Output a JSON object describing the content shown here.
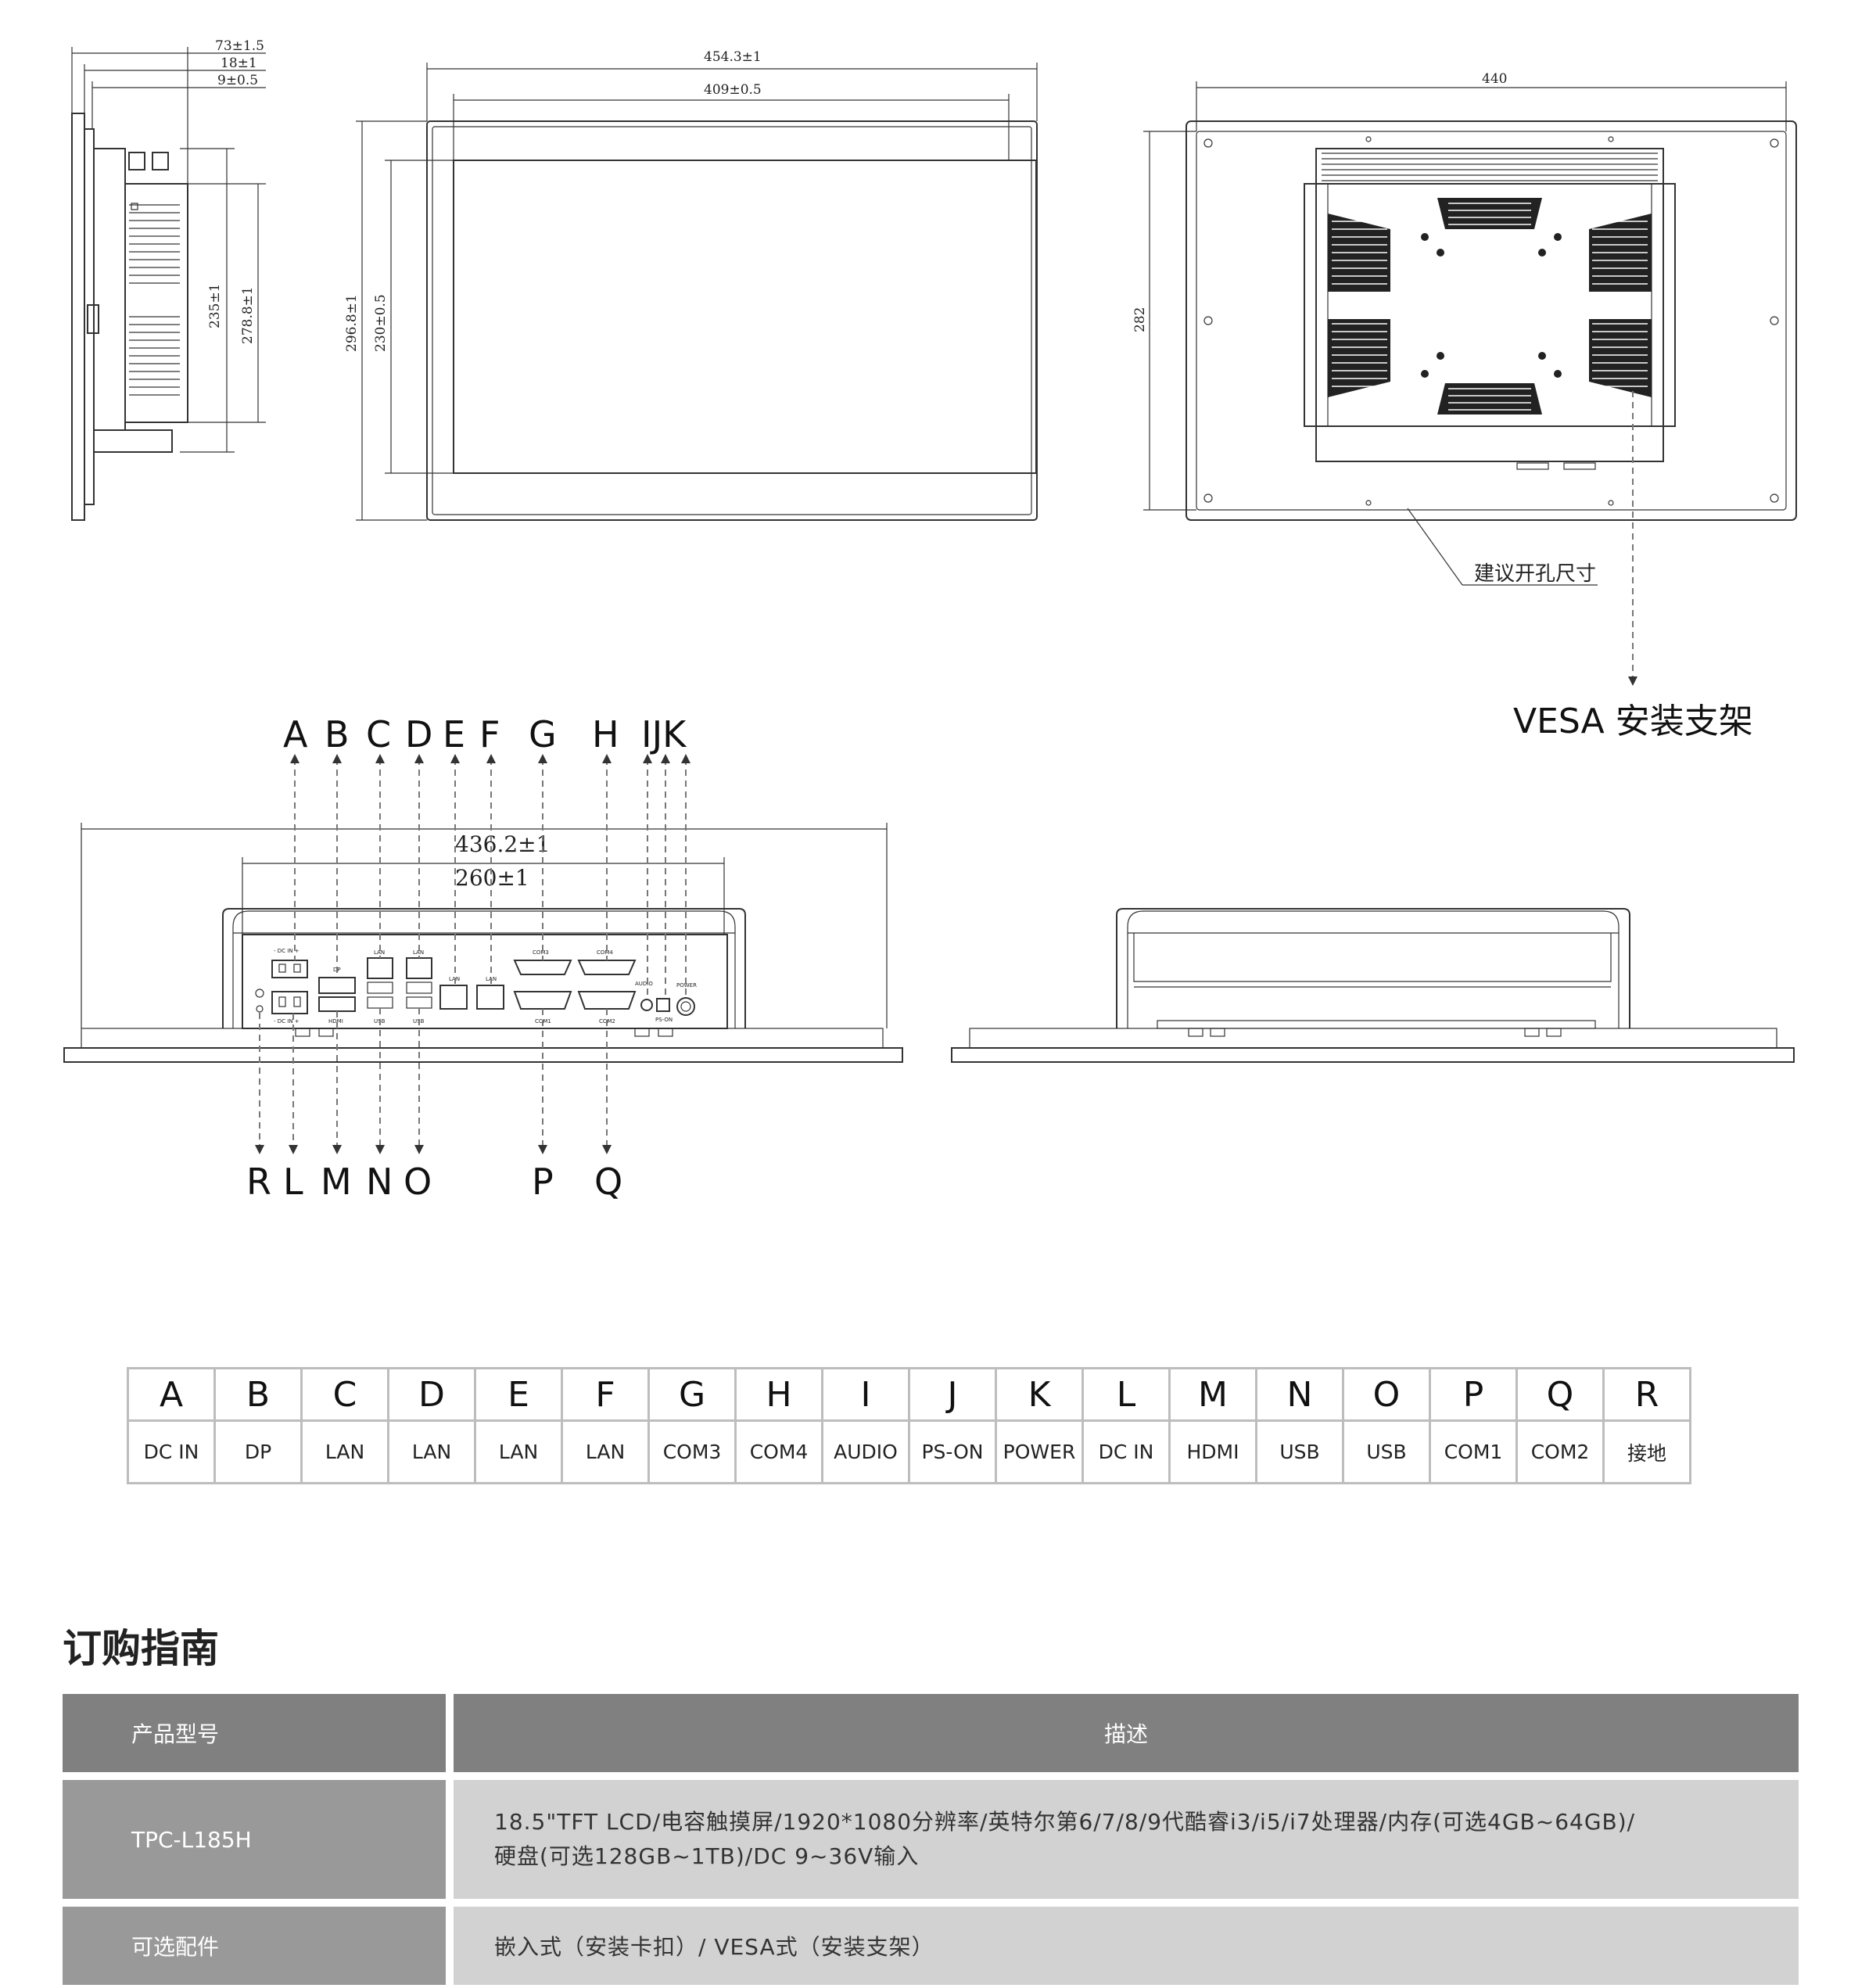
{
  "dimensions": {
    "side_depth": "73±1.5",
    "side_bezel": "18±1",
    "side_face": "9±0.5",
    "side_height_inner": "235±1",
    "side_height_outer": "278.8±1",
    "front_width_outer": "454.3±1",
    "front_width_inner": "409±0.5",
    "front_height_outer": "296.8±1",
    "front_height_inner": "230±0.5",
    "back_width": "440",
    "back_height": "282",
    "bottom_width_outer": "436.2±1",
    "bottom_width_inner": "260±1"
  },
  "annotations": {
    "cutout_note": "建议开孔尺寸",
    "vesa_label": "VESA 安装支架"
  },
  "port_labels_top": [
    "A",
    "B",
    "C",
    "D",
    "E",
    "F",
    "G",
    "H",
    "IJK"
  ],
  "port_labels_bottom": [
    "R",
    "L",
    "M",
    "N",
    "O",
    "P",
    "Q"
  ],
  "panel_text": {
    "dc_in_top": "- DC IN +",
    "dc_in_bottom": "- DC IN +",
    "dp": "DP",
    "lan": "LAN",
    "hdmi": "HDMI",
    "usb": "USB",
    "com1": "COM1",
    "com2": "COM2",
    "com3": "COM3",
    "com4": "COM4",
    "audio": "AUDIO",
    "power": "POWER",
    "ps_on": "PS-ON"
  },
  "ports": [
    {
      "letter": "A",
      "name": "DC IN"
    },
    {
      "letter": "B",
      "name": "DP"
    },
    {
      "letter": "C",
      "name": "LAN"
    },
    {
      "letter": "D",
      "name": "LAN"
    },
    {
      "letter": "E",
      "name": "LAN"
    },
    {
      "letter": "F",
      "name": "LAN"
    },
    {
      "letter": "G",
      "name": "COM3"
    },
    {
      "letter": "H",
      "name": "COM4"
    },
    {
      "letter": "I",
      "name": "AUDIO"
    },
    {
      "letter": "J",
      "name": "PS-ON"
    },
    {
      "letter": "K",
      "name": "POWER"
    },
    {
      "letter": "L",
      "name": "DC IN"
    },
    {
      "letter": "M",
      "name": "HDMI"
    },
    {
      "letter": "N",
      "name": "USB"
    },
    {
      "letter": "O",
      "name": "USB"
    },
    {
      "letter": "P",
      "name": "COM1"
    },
    {
      "letter": "Q",
      "name": "COM2"
    },
    {
      "letter": "R",
      "name": "接地"
    }
  ],
  "ordering": {
    "title": "订购指南",
    "header": {
      "col1": "产品型号",
      "col2": "描述"
    },
    "product": {
      "model": "TPC-L185H",
      "desc_line1": "18.5\"TFT LCD/电容触摸屏/1920*1080分辨率/英特尔第6/7/8/9代酷睿i3/i5/i7处理器/内存(可选4GB~64GB)/",
      "desc_line2": "硬盘(可选128GB~1TB)/DC 9~36V输入"
    },
    "accessories": {
      "label": "可选配件",
      "desc": "嵌入式（安装卡扣）/  VESA式（安装支架）"
    }
  }
}
